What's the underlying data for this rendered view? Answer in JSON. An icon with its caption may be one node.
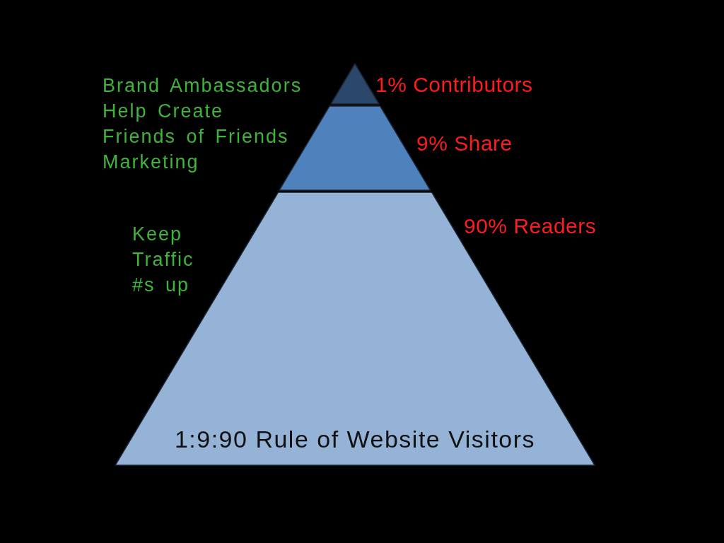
{
  "diagram": {
    "nodes": [
      {
        "text": [],
        "shape": "triangle",
        "beside": [
          "1% Contributors"
        ]
      },
      {
        "text": [],
        "shape": "trapezoid",
        "beside": [
          "9% Share"
        ]
      },
      {
        "text": [
          "1:9:90 Rule of Website Visitors"
        ],
        "beside": [
          "90% Readers"
        ]
      }
    ],
    "labels": [
      "Brand Ambassadors Help Create Friends of Friends Marketing",
      "Keep Traffic #s up"
    ]
  }
}
